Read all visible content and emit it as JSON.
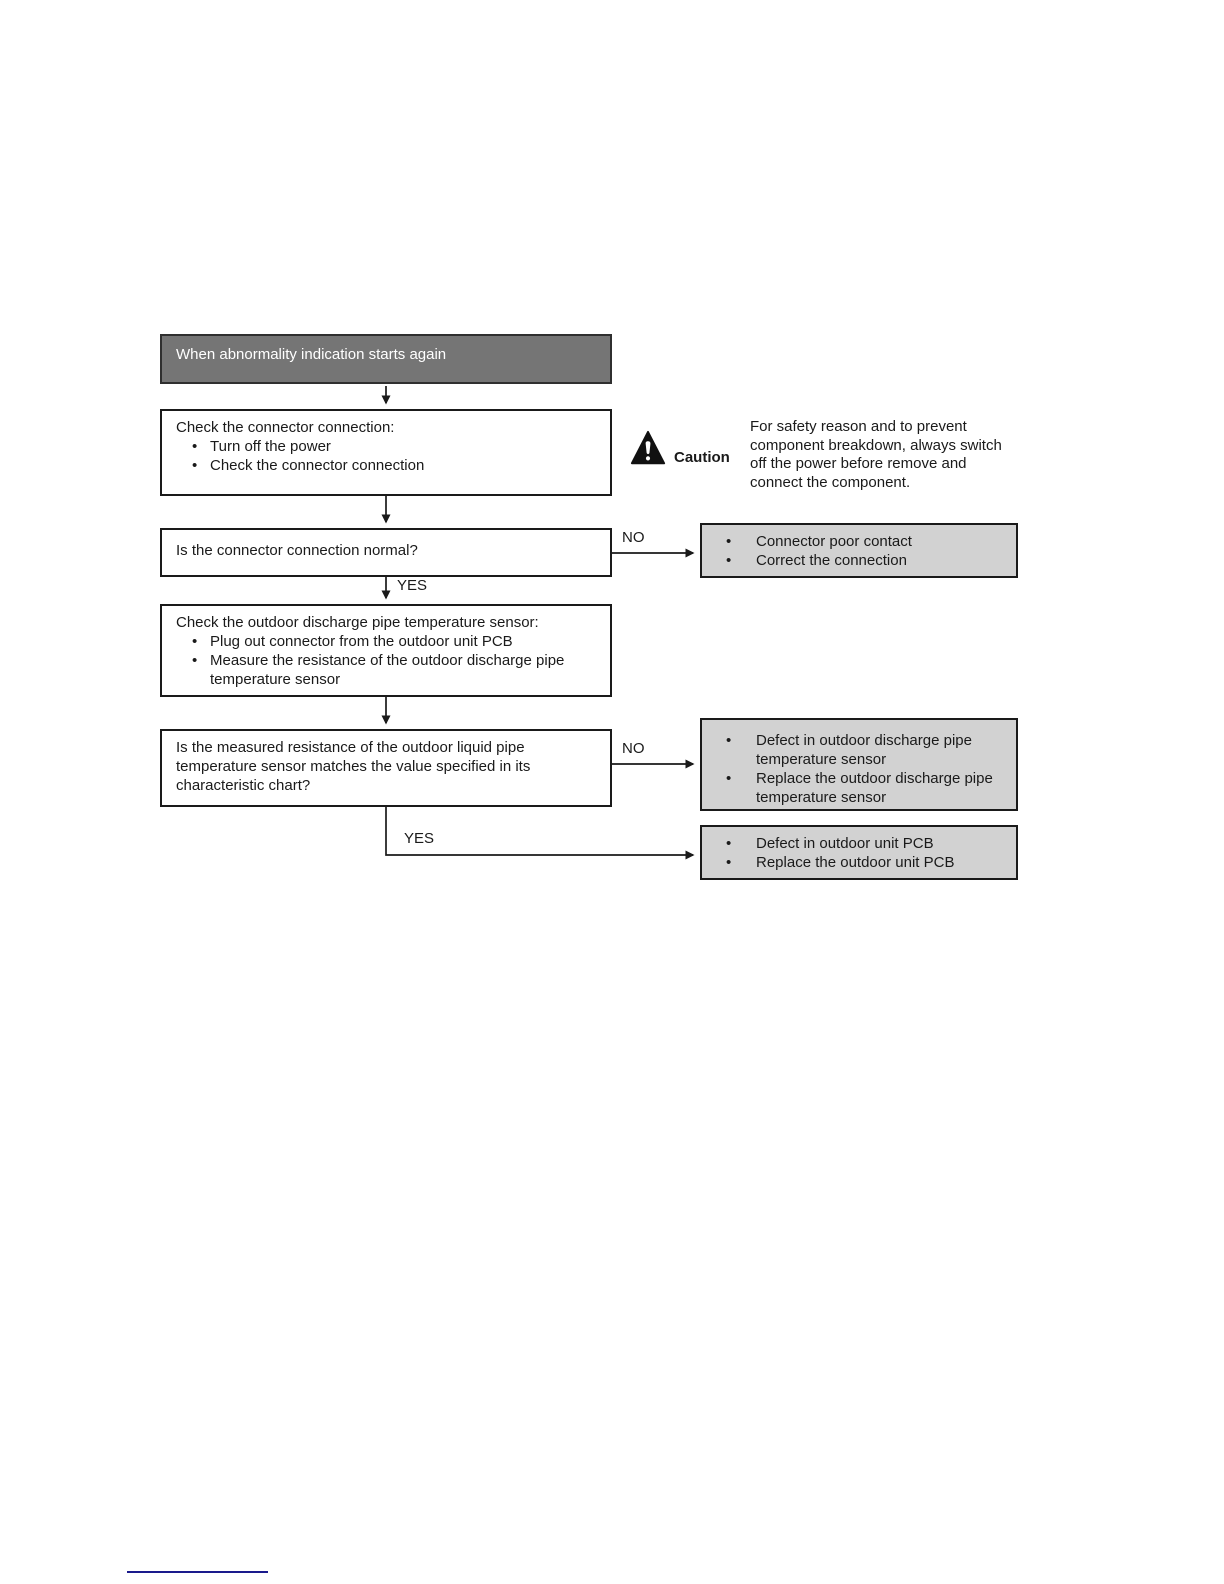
{
  "flowchart": {
    "start": {
      "text": "When abnormality indication starts again"
    },
    "process_check_connector": {
      "title": "Check the connector connection:",
      "bullets": [
        "Turn off the power",
        "Check the connector connection"
      ]
    },
    "decision_connector_normal": {
      "text": "Is the connector connection normal?"
    },
    "result_connector": {
      "bullets": [
        "Connector poor contact",
        "Correct the connection"
      ]
    },
    "process_check_sensor": {
      "title": "Check the outdoor discharge pipe temperature sensor:",
      "bullets": [
        "Plug out connector from the outdoor unit PCB",
        "Measure the resistance of the outdoor discharge pipe temperature sensor"
      ]
    },
    "decision_resistance": {
      "text": "Is the measured resistance of the outdoor liquid pipe temperature sensor matches the value specified in its characteristic chart?"
    },
    "result_sensor": {
      "bullets": [
        "Defect in outdoor discharge pipe temperature sensor",
        "Replace the outdoor discharge pipe temperature sensor"
      ]
    },
    "result_pcb": {
      "bullets": [
        "Defect in outdoor unit PCB",
        "Replace the outdoor unit PCB"
      ]
    },
    "labels": {
      "no1": "NO",
      "yes1": "YES",
      "no2": "NO",
      "yes2": "YES"
    }
  },
  "caution": {
    "label": "Caution",
    "text": "For safety reason and to prevent component breakdown, always switch off the power before remove and connect the component."
  },
  "colors": {
    "start_box_bg": "#757575",
    "result_box_bg": "#d2d2d2",
    "border": "#1a1a1a",
    "footer_line": "#1a1a8c"
  }
}
